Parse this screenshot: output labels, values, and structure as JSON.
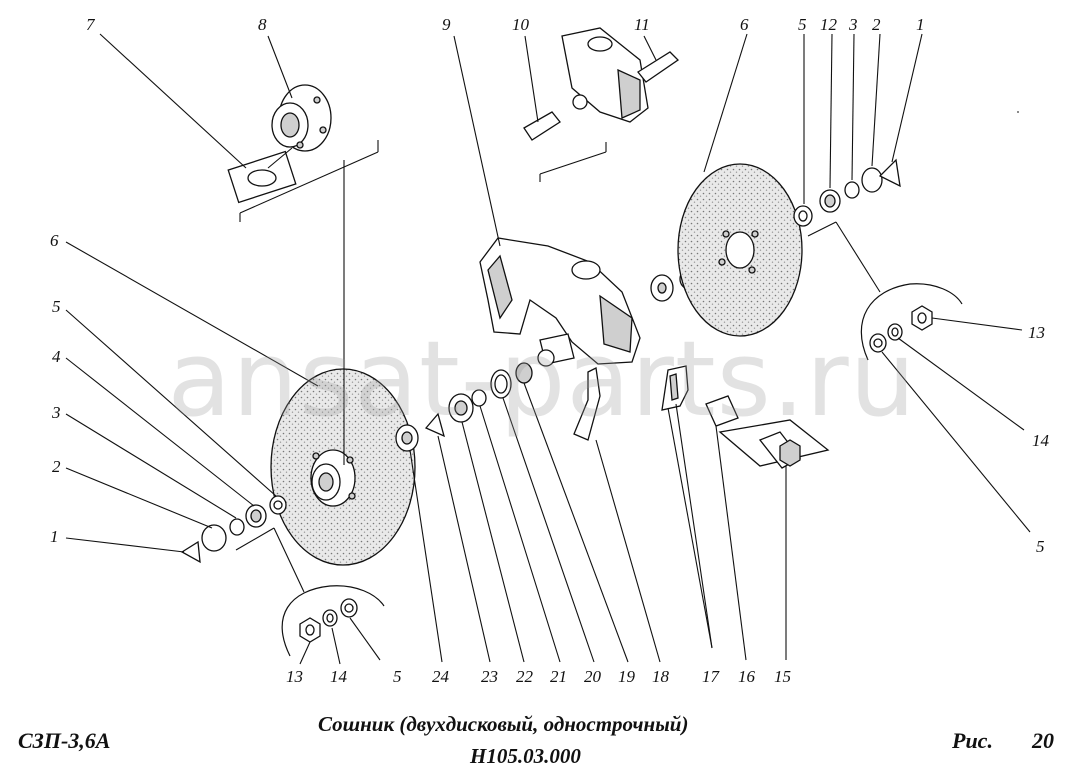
{
  "footer": {
    "model": "СЗП-3,6А",
    "title": "Сошник (двухдисковый, однострочный)",
    "code": "Н105.03.000",
    "fig_label": "Рис.",
    "fig_number": "20"
  },
  "watermark": "ansat-parts.ru",
  "callouts": {
    "c7": "7",
    "c8": "8",
    "c9": "9",
    "c10": "10",
    "c11": "11",
    "c6_top": "6",
    "c5_top": "5",
    "c12": "12",
    "c3_top": "3",
    "c2_top": "2",
    "c1_top": "1",
    "c6_left": "6",
    "c5_left": "5",
    "c4": "4",
    "c3_left": "3",
    "c2_left": "2",
    "c1_left": "1",
    "c13_right": "13",
    "c14_right": "14",
    "c5_right": "5",
    "c13_bottom": "13",
    "c14_bottom": "14",
    "c5_bottom": "5",
    "c24": "24",
    "c23": "23",
    "c22": "22",
    "c21": "21",
    "c20": "20",
    "c19": "19",
    "c18": "18",
    "c17": "17",
    "c16": "16",
    "c15": "15"
  }
}
